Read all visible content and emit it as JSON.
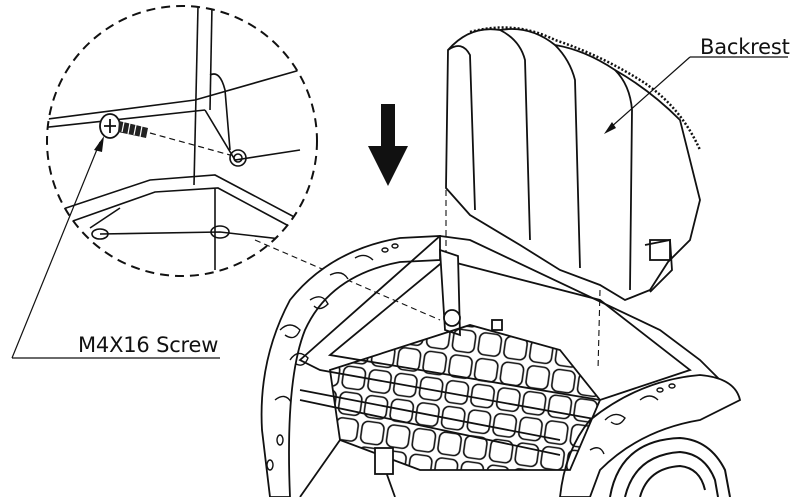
{
  "labels": {
    "backrest": "Backrest",
    "screw": "M4X16 Screw"
  },
  "colors": {
    "line": "#111111",
    "background": "#ffffff",
    "arrow": "#111111"
  },
  "icons": {
    "direction": "down-arrow-icon",
    "detail": "magnified-detail-circle"
  }
}
